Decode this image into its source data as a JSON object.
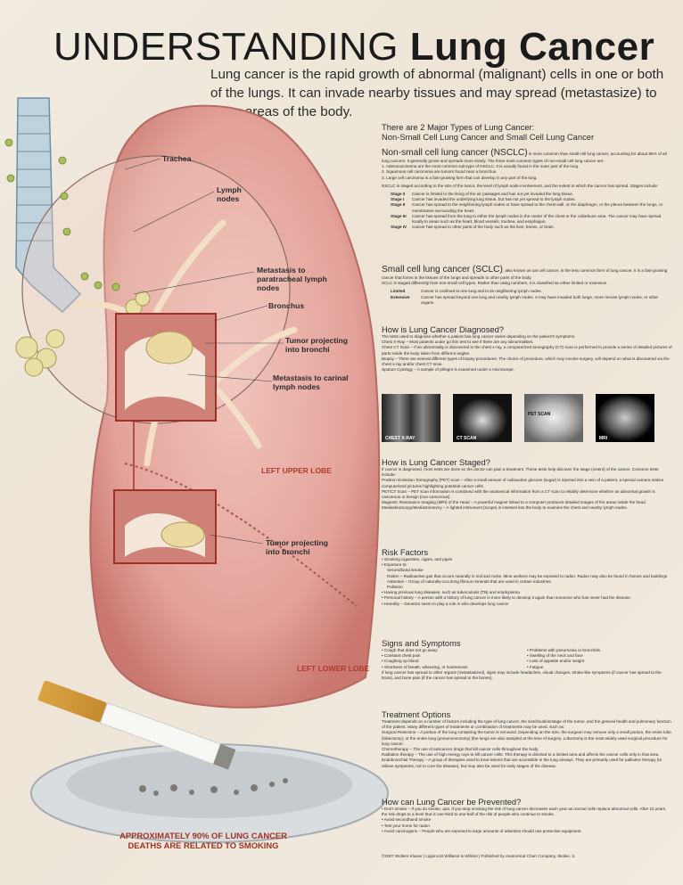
{
  "title": {
    "part1": "UNDERSTANDING ",
    "part2": "Lung Cancer"
  },
  "intro": "Lung cancer is the rapid growth of abnormal (malignant) cells in one or both of the lungs. It can invade nearby tissues and may spread (metastasize) to other areas of the body.",
  "anatomy_labels": {
    "trachea": "Trachea",
    "lymph_nodes": "Lymph nodes",
    "metastasis_paratracheal": "Metastasis to paratracheal lymph nodes",
    "bronchus": "Bronchus",
    "tumor_bronchi_1": "Tumor projecting into bronchi",
    "metastasis_carinal": "Metastasis to carinal lymph nodes",
    "left_upper_lobe": "LEFT UPPER LOBE",
    "tumor_bronchi_2": "Tumor projecting into bronchi",
    "left_lower_lobe": "LEFT LOWER LOBE"
  },
  "types": {
    "heading_line1": "There are 2 Major Types of Lung Cancer:",
    "heading_line2": "Non-Small Cell Lung Cancer and Small Cell Lung Cancer"
  },
  "nsclc": {
    "heading": "Non-small cell lung cancer (NSCLC)",
    "intro": "is more common than small cell lung cancer, accounting for about 85% of all lung cancers. It generally grows and spreads more slowly. The three most common types of non-small cell lung cancer are:",
    "t1": "1. Adenocarcinoma are the most common sub-type of NSCLC. It is usually found in the outer part of the lung.",
    "t2": "2. Squamous cell carcinoma are tumors found near a bronchus.",
    "t3": "3. Large cell carcinoma is a fast-growing form that can develop in any part of the lung.",
    "staging": "NSCLC is staged according to the size of the tumor, the level of lymph node involvement, and the extent to which the cancer has spread. Stages include:",
    "stages": [
      {
        "k": "Stage 0",
        "v": "Cancer is limited to the lining of the air passages and has not yet invaded the lung tissue."
      },
      {
        "k": "Stage I",
        "v": "Cancer has invaded the underlying lung tissue, but has not yet spread to the lymph nodes."
      },
      {
        "k": "Stage II",
        "v": "Cancer has spread to the neighboring lymph nodes or have spread to the chest wall, or the diaphragm, or the pleura between the lungs, or membranes surrounding the heart."
      },
      {
        "k": "Stage III",
        "v": "Cancer has spread from the lung to either the lymph nodes in the center of the chest or the collarbone area. The cancer may have spread locally to areas such as the heart, blood vessels, trachea, and esophagus."
      },
      {
        "k": "Stage IV",
        "v": "Cancer has spread to other parts of the body such as the liver, bones, or brain."
      }
    ]
  },
  "sclc": {
    "heading": "Small cell lung cancer (SCLC)",
    "intro": ", also known as oat cell cancer, is the less common form of lung cancer. It is a fast-growing cancer that forms in the tissues of the lungs and spreads to other parts of the body.",
    "staging": "SCLC is staged differently from non-small cell types. Rather than using numbers, it is classified as either limited or extensive.",
    "stages": [
      {
        "k": "Limited",
        "v": "Cancer is confined to one lung and to its neighboring lymph nodes."
      },
      {
        "k": "Extensive",
        "v": "Cancer has spread beyond one lung and nearby lymph nodes. It may have invaded both lungs, more remote lymph nodes, or other organs."
      }
    ]
  },
  "diagnosed": {
    "heading": "How is Lung Cancer Diagnosed?",
    "intro": "The tests used to diagnose whether a patient has lung cancer varies depending on the patient's symptoms.",
    "items": [
      "Chest X-Ray – Most patients under go this test to see if there are any abnormalities.",
      "Chest CT Scan – If an abnormality is discovered in the chest x-ray, a computerized tomography (CT) scan is performed to provide a series of detailed pictures of parts inside the body taken from different angles.",
      "Biopsy – There are several different types of biopsy procedures. The choice of procedure, which may involve surgery, will depend on what is discovered via the chest x-ray and/or chest CT scan.",
      "Sputum Cytology – A sample of phlegm is examined under a microscope."
    ],
    "scans": [
      "CHEST X-RAY",
      "CT SCAN",
      "PET SCAN",
      "MRI"
    ]
  },
  "staged": {
    "heading": "How is Lung Cancer Staged?",
    "intro": "If cancer is diagnosed, more tests are done so the doctor can plan a treatment. These tests help discover the stage (extent) of the cancer. Common tests include:",
    "items": [
      "Positron Emission Tomography (PET) scan – After a small amount of radioactive glucose (sugar) is injected into a vein of a patient, a special camera makes computerized pictures highlighting potential cancer cells.",
      "PET/CT Scan – PET scan information is combined with the anatomical information from a CT scan to reliably determine whether an abnormal growth is cancerous or benign (non-cancerous).",
      "Magnetic Resonance Imaging (MRI) of the Head – A powerful magnet linked to a computer produces detailed images of the areas inside the head.",
      "Mediastinoscopy/Mediastinotomy – A lighted instrument (scope) is inserted into the body to examine the chest and nearby lymph nodes."
    ]
  },
  "risk": {
    "heading": "Risk Factors",
    "items": [
      "• Smoking cigarettes, cigars, and pipes",
      "• Exposure to:",
      "Secondhand smoke",
      "Radon – Radioactive gas that occurs naturally in soil and rocks. Mine workers may be exposed to radon. Radon may also be found in homes and buildings",
      "Asbestos – Group of naturally-occurring fibrous minerals that are used in certain industries.",
      "Pollution",
      "• Having previous lung diseases, such as tuberculosis (TB) and emphysema",
      "• Personal history – A person with a history of lung cancer is more likely to develop it again than someone who has never had the disease.",
      "• Heredity – Genetics seem to play a role in who develops lung cancer"
    ]
  },
  "symptoms": {
    "heading": "Signs and Symptoms",
    "left": [
      "• Cough that does not go away",
      "• Constant chest pain",
      "• Coughing up blood",
      "• Shortness of breath, wheezing, or hoarseness"
    ],
    "right": [
      "• Problems with pneumonia or bronchitis",
      "• Swelling of the neck and face",
      "• Loss of appetite and/or weight",
      "• Fatigue"
    ],
    "note": "If lung cancer has spread to other organs (metastasized), signs may include headaches, visual changes, stroke-like symptoms (if cancer has spread to the brain), and bone pain (if the cancer has spread to the bones)."
  },
  "treatment": {
    "heading": "Treatment Options",
    "intro": "Treatment depends on a number of factors including the type of lung cancer, the size/location/stage of the tumor, and the general health and pulmonary function of the patient. Many different types of treatments or combination of treatments may be used, such as:",
    "items": [
      "Surgical Resection – A portion of the lung containing the tumor is removed. Depending on the size, the surgeon may remove only a small portion, the entire lobe (lobectomy), or the entire lung (pneumonectomy) (the lungs are also sampled at the time of surgery. Lobectomy is the most widely used surgical procedure for lung cancer.",
      "Chemotherapy – The use of anticancer drugs that kill cancer cells throughout the body.",
      "Radiation therapy – The use of high-energy rays to kill cancer cells. This therapy is directed to a limited area and affects the cancer cells only in that area.",
      "Endobronchial Therapy – A group of therapies used to treat lesions that are accessible in the lung airways. They are primarily used for palliative therapy (to relieve symptoms, not to cure the disease), but may also be used for early stages of the disease."
    ]
  },
  "prevention": {
    "heading": "How can Lung Cancer be Prevented?",
    "items": [
      "• Don't smoke – If you do smoke, quit. If you stop smoking the risk of lung cancer decreases each year as normal cells replace abnormal cells. After 10 years, the risk drops to a level that is one-third to one-half of the risk of people who continue to smoke.",
      "• Avoid secondhand smoke",
      "• Test your home for radon",
      "• Avoid carcinogens – People who are exposed to large amounts of asbestos should use protective equipment."
    ]
  },
  "caption": "APPROXIMATELY 90% OF LUNG CANCER DEATHS ARE RELATED TO SMOKING",
  "footer": "©2007  Wolters Kluwer | Lippincott Williams & Wilkins | Published by Anatomical Chart Company, Skokie, IL"
}
